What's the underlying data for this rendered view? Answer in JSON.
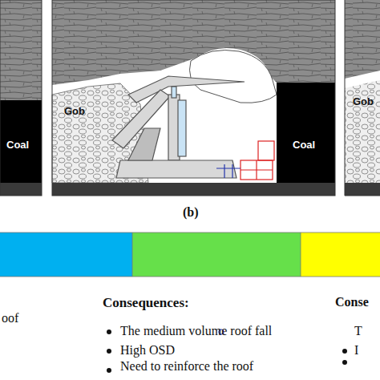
{
  "diagram": {
    "labels": [
      "Coal",
      "Gob",
      "Coal",
      "Gob",
      "(b)",
      "Consequences:",
      "The medium volume roof fall",
      "High OSD",
      "Need to reinforce the roof",
      "oof",
      "Conse",
      "T",
      "I"
    ]
  }
}
